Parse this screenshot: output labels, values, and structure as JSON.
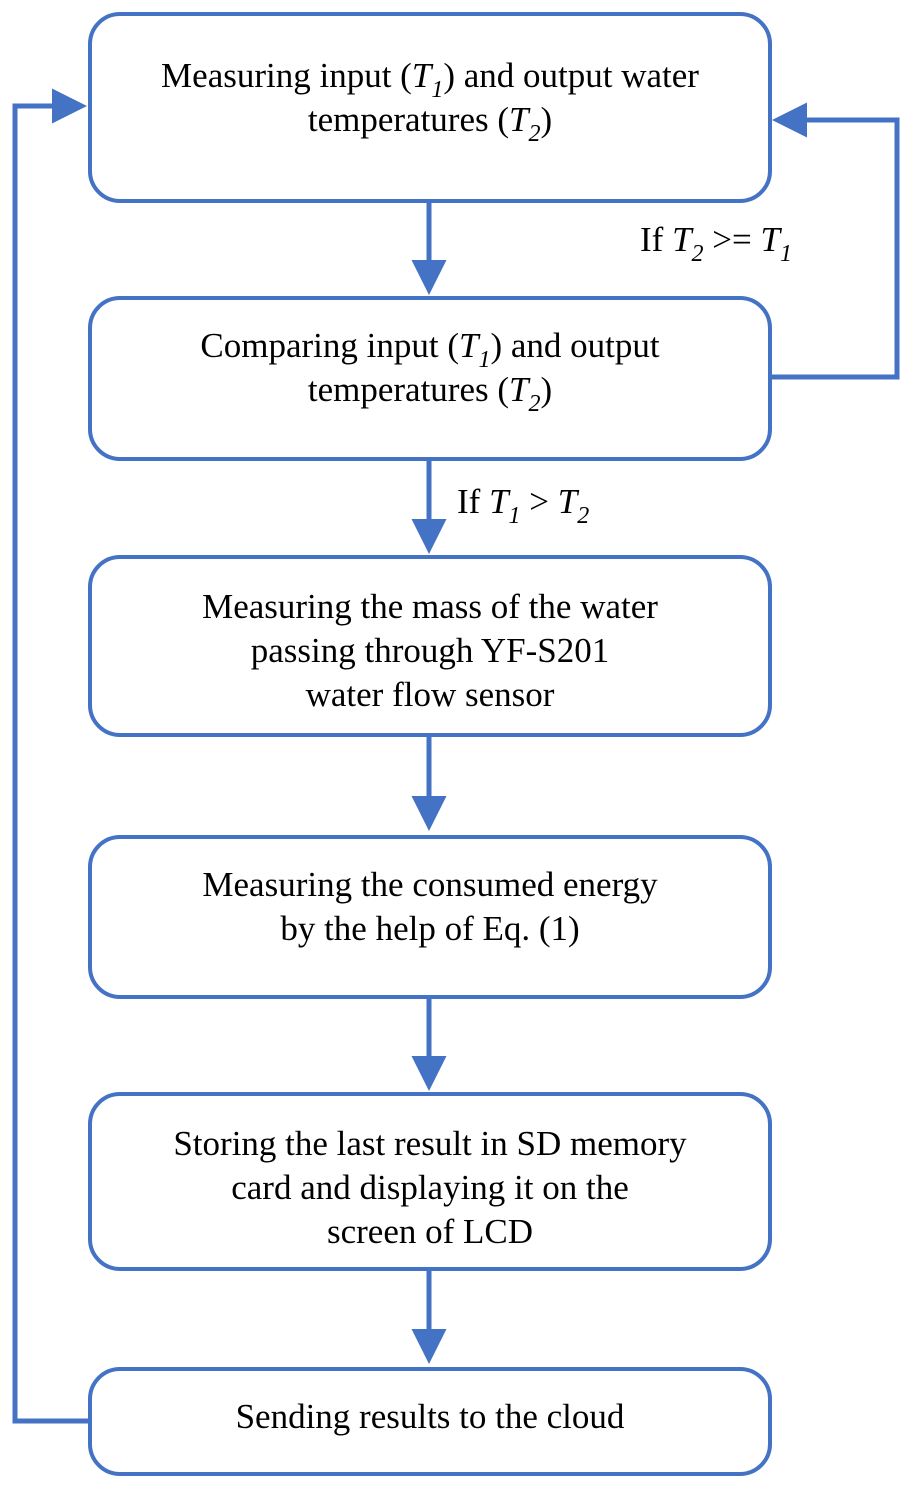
{
  "colors": {
    "accent": "#4472c4",
    "text": "#000000",
    "background": "#ffffff"
  },
  "steps": [
    {
      "id": "measure-temperatures",
      "lines": [
        [
          {
            "t": "Measuring input ("
          },
          {
            "t": "T",
            "s": "var"
          },
          {
            "t": "1",
            "s": "sub"
          },
          {
            "t": ") and output water"
          }
        ],
        [
          {
            "t": "temperatures ("
          },
          {
            "t": "T",
            "s": "var"
          },
          {
            "t": "2",
            "s": "sub"
          },
          {
            "t": ")"
          }
        ]
      ]
    },
    {
      "id": "compare-temperatures",
      "lines": [
        [
          {
            "t": "Comparing input ("
          },
          {
            "t": "T",
            "s": "var"
          },
          {
            "t": "1",
            "s": "sub"
          },
          {
            "t": ") and output"
          }
        ],
        [
          {
            "t": "temperatures ("
          },
          {
            "t": "T",
            "s": "var"
          },
          {
            "t": "2",
            "s": "sub"
          },
          {
            "t": ")"
          }
        ]
      ]
    },
    {
      "id": "measure-mass",
      "lines": [
        [
          {
            "t": "Measuring the mass of the water"
          }
        ],
        [
          {
            "t": "passing through YF-S201"
          }
        ],
        [
          {
            "t": "water flow sensor"
          }
        ]
      ]
    },
    {
      "id": "measure-energy",
      "lines": [
        [
          {
            "t": "Measuring the consumed energy"
          }
        ],
        [
          {
            "t": "by the help of Eq. (1)"
          }
        ]
      ]
    },
    {
      "id": "store-display",
      "lines": [
        [
          {
            "t": "Storing the last result in SD memory"
          }
        ],
        [
          {
            "t": "card and displaying it on the"
          }
        ],
        [
          {
            "t": "screen of LCD"
          }
        ]
      ]
    },
    {
      "id": "send-cloud",
      "lines": [
        [
          {
            "t": "Sending results to the cloud"
          }
        ]
      ]
    }
  ],
  "conditions": {
    "loop_back": [
      {
        "t": "If  "
      },
      {
        "t": "T",
        "s": "var"
      },
      {
        "t": "2",
        "s": "sub"
      },
      {
        "t": " >= "
      },
      {
        "t": "T",
        "s": "var"
      },
      {
        "t": "1",
        "s": "sub"
      }
    ],
    "proceed": [
      {
        "t": "If  "
      },
      {
        "t": "T",
        "s": "var"
      },
      {
        "t": "1",
        "s": "sub"
      },
      {
        "t": " > "
      },
      {
        "t": "T",
        "s": "var"
      },
      {
        "t": "2",
        "s": "sub"
      }
    ]
  }
}
